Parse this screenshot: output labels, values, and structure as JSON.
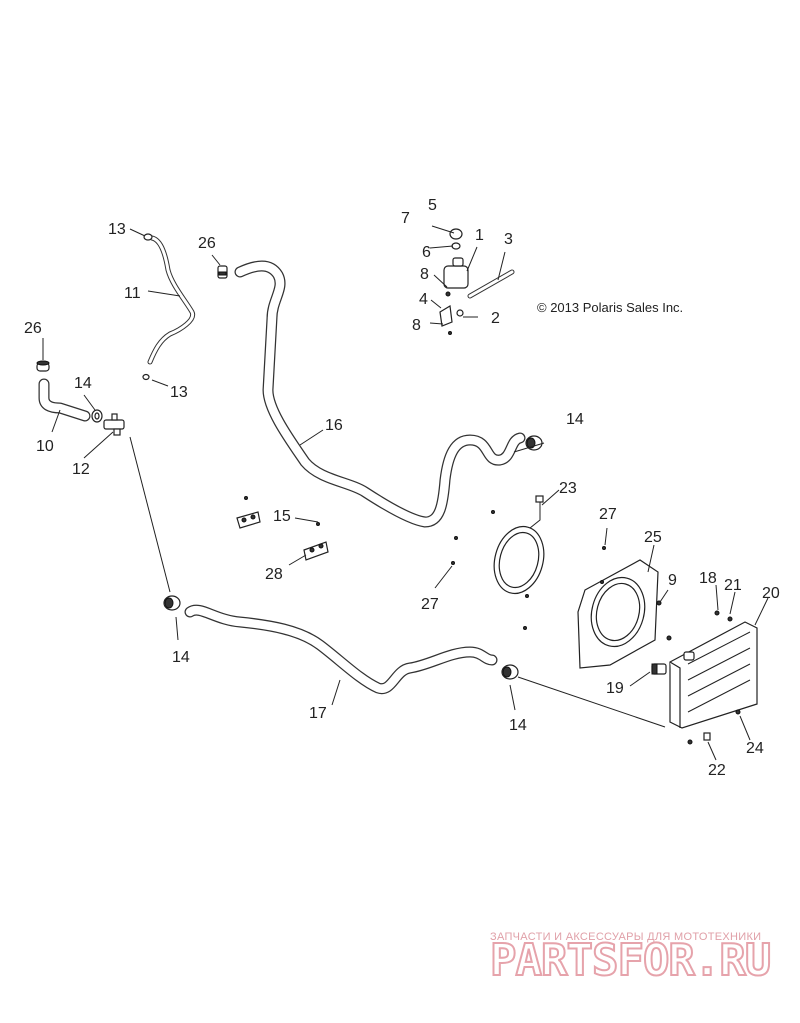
{
  "copyright": "© 2013 Polaris Sales Inc.",
  "watermark": {
    "tagline": "ЗАПЧАСТИ И АКСЕССУАРЫ ДЛЯ МОТОТЕХНИКИ",
    "brand": "PARTSFOR.RU"
  },
  "callouts": {
    "c1": "1",
    "c2": "2",
    "c3": "3",
    "c4": "4",
    "c5": "5",
    "c6": "6",
    "c7": "7",
    "c8a": "8",
    "c8b": "8",
    "c9": "9",
    "c10": "10",
    "c11": "11",
    "c12": "12",
    "c13a": "13",
    "c13b": "13",
    "c14a": "14",
    "c14b": "14",
    "c14c": "14",
    "c14d": "14",
    "c15": "15",
    "c16": "16",
    "c17": "17",
    "c18": "18",
    "c19": "19",
    "c20": "20",
    "c21": "21",
    "c22": "22",
    "c23": "23",
    "c24": "24",
    "c25": "25",
    "c26a": "26",
    "c26b": "26",
    "c27a": "27",
    "c27b": "27",
    "c28": "28"
  }
}
